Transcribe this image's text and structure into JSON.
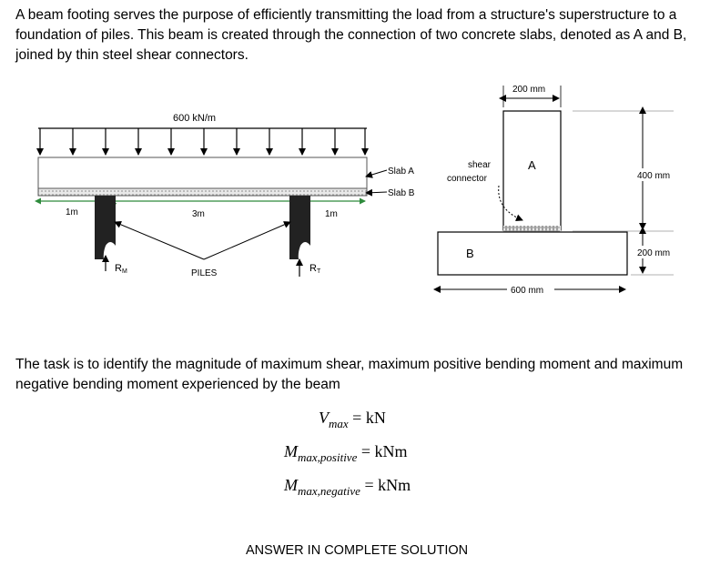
{
  "intro": "A beam footing serves the purpose of efficiently transmitting the load from a structure's superstructure to a foundation of piles. This beam is created through the connection of two concrete slabs, denoted as A and B, joined by thin steel shear connectors.",
  "beam": {
    "load_label": "600 kN/m",
    "slab_a": "Slab A",
    "slab_b": "Slab B",
    "span_left": "1m",
    "span_mid": "3m",
    "span_right": "1m",
    "reaction_left": "R",
    "reaction_left_sub": "M",
    "reaction_right": "R",
    "reaction_right_sub": "T",
    "piles": "PILES"
  },
  "section": {
    "width_top": "200 mm",
    "label_a": "A",
    "label_b": "B",
    "shear_1": "shear",
    "shear_2": "connector",
    "height_a": "400 mm",
    "height_b": "200 mm",
    "width_bottom": "600 mm"
  },
  "task": "The task is to identify the magnitude of maximum shear, maximum positive bending moment and maximum negative bending moment experienced by the beam",
  "equations": {
    "v_sym": "V",
    "v_sub": "max",
    "v_rhs": "= kN",
    "mp_sym": "M",
    "mp_sub": "max,positive",
    "mp_rhs": "= kNm",
    "mn_sym": "M",
    "mn_sub": "max,negative",
    "mn_rhs": "= kNm"
  },
  "answer": "ANSWER IN COMPLETE SOLUTION"
}
